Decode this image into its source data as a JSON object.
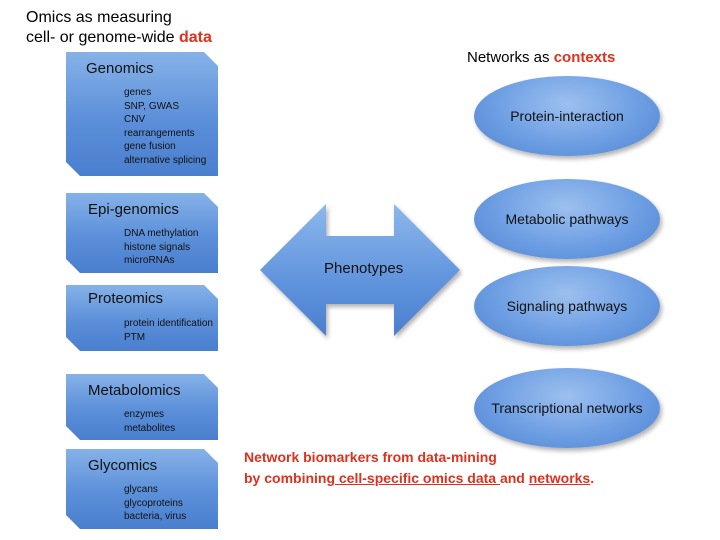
{
  "omics_heading": {
    "line1": "Omics as measuring",
    "line2_prefix": "cell- or genome-wide ",
    "line2_highlight": "data"
  },
  "networks_heading": {
    "prefix": "Networks as ",
    "highlight": "contexts"
  },
  "omics": [
    {
      "title": "Genomics",
      "items": [
        "genes",
        "SNP, GWAS",
        "CNV",
        "rearrangements",
        "gene fusion",
        "alternative splicing"
      ]
    },
    {
      "title": "Epi-genomics",
      "items": [
        "DNA methylation",
        "histone signals",
        "microRNAs"
      ]
    },
    {
      "title": "Proteomics",
      "items": [
        "protein identification",
        "PTM"
      ]
    },
    {
      "title": "Metabolomics",
      "items": [
        "enzymes",
        "metabolites"
      ]
    },
    {
      "title": "Glycomics",
      "items": [
        "glycans",
        "glycoproteins",
        "bacteria, virus"
      ]
    }
  ],
  "center_label": "Phenotypes",
  "networks": [
    "Protein-interaction",
    "Metabolic pathways",
    "Signaling pathways",
    "Transcriptional networks"
  ],
  "conclusion": {
    "line1": "Network biomarkers from data-mining",
    "line2_part1": "by combining",
    "line2_link1": " cell-specific omics data ",
    "line2_part2": "and ",
    "line2_link2": "networks",
    "line2_end": "."
  },
  "colors": {
    "highlight": "#e0301e",
    "shape_fill": "#5b8fd9"
  }
}
